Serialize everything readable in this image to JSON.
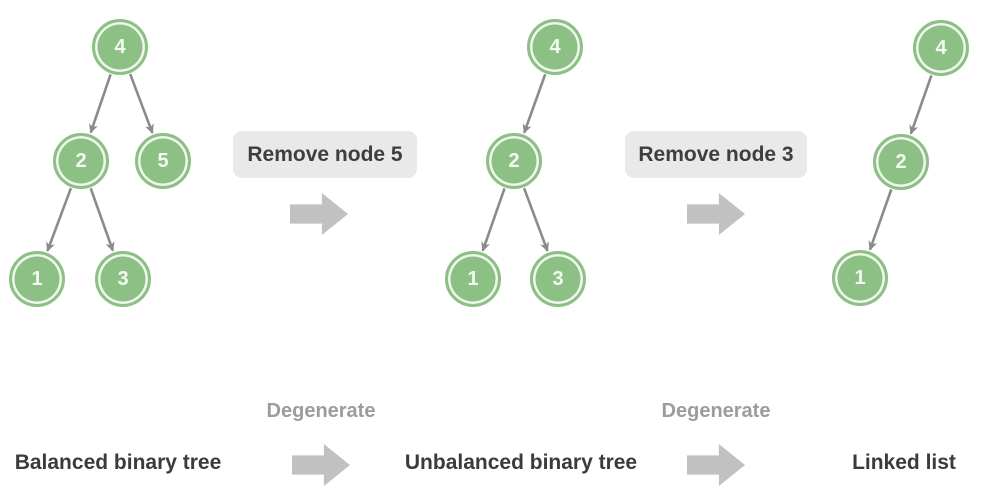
{
  "diagram": {
    "badges": [
      {
        "label": "Remove node 5"
      },
      {
        "label": "Remove node 3"
      }
    ],
    "trees": [
      {
        "name": "Balanced binary tree",
        "nodes": [
          {
            "value": "4"
          },
          {
            "value": "2"
          },
          {
            "value": "5"
          },
          {
            "value": "1"
          },
          {
            "value": "3"
          }
        ]
      },
      {
        "name": "Unbalanced binary tree",
        "nodes": [
          {
            "value": "4"
          },
          {
            "value": "2"
          },
          {
            "value": "1"
          },
          {
            "value": "3"
          }
        ]
      },
      {
        "name": "Linked list",
        "nodes": [
          {
            "value": "4"
          },
          {
            "value": "2"
          },
          {
            "value": "1"
          }
        ]
      }
    ],
    "captions": {
      "left": "Balanced binary tree",
      "degenerate1": "Degenerate",
      "middle": "Unbalanced binary tree",
      "degenerate2": "Degenerate",
      "right": "Linked list"
    },
    "colors": {
      "node_fill": "#8cc084",
      "node_inner_ring": "#f1f7ef",
      "node_text": "#f4f9f2",
      "edge": "#8b8b8b",
      "badge_bg": "#e9e9e9",
      "badge_text": "#3e3e3e",
      "block_arrow": "#c1c1c1",
      "caption_dark": "#3b3b3b",
      "caption_gray": "#9c9c9c"
    }
  }
}
